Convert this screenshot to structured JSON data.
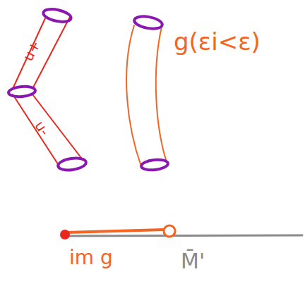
{
  "diagram": {
    "labels": [
      "u+",
      "u-",
      "g(εi<ε)",
      "im g",
      "M̄'"
    ]
  }
}
